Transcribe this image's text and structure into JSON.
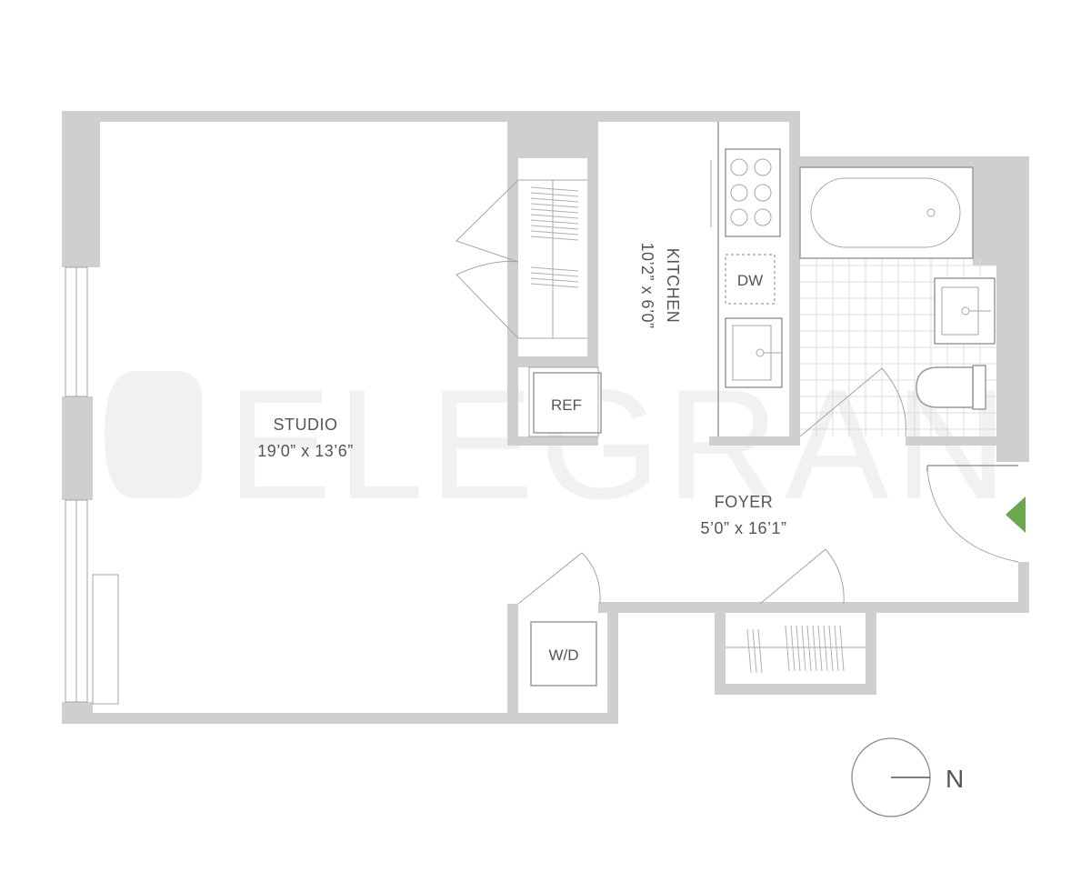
{
  "watermark": {
    "text": "ELEGRAN"
  },
  "rooms": {
    "studio": {
      "name": "STUDIO",
      "dims": "19’0” x 13’6”"
    },
    "kitchen": {
      "name": "KITCHEN",
      "dims": "10’2” x 6’0”"
    },
    "foyer": {
      "name": "FOYER",
      "dims": "5’0” x 16’1”"
    }
  },
  "fixtures": {
    "dishwasher": "DW",
    "refrigerator": "REF",
    "washer_dryer": "W/D"
  },
  "compass": {
    "label": "N"
  },
  "colors": {
    "wall": "#cfcfcf",
    "entry_arrow": "#6aa84f",
    "line": "#9a9a9a"
  }
}
